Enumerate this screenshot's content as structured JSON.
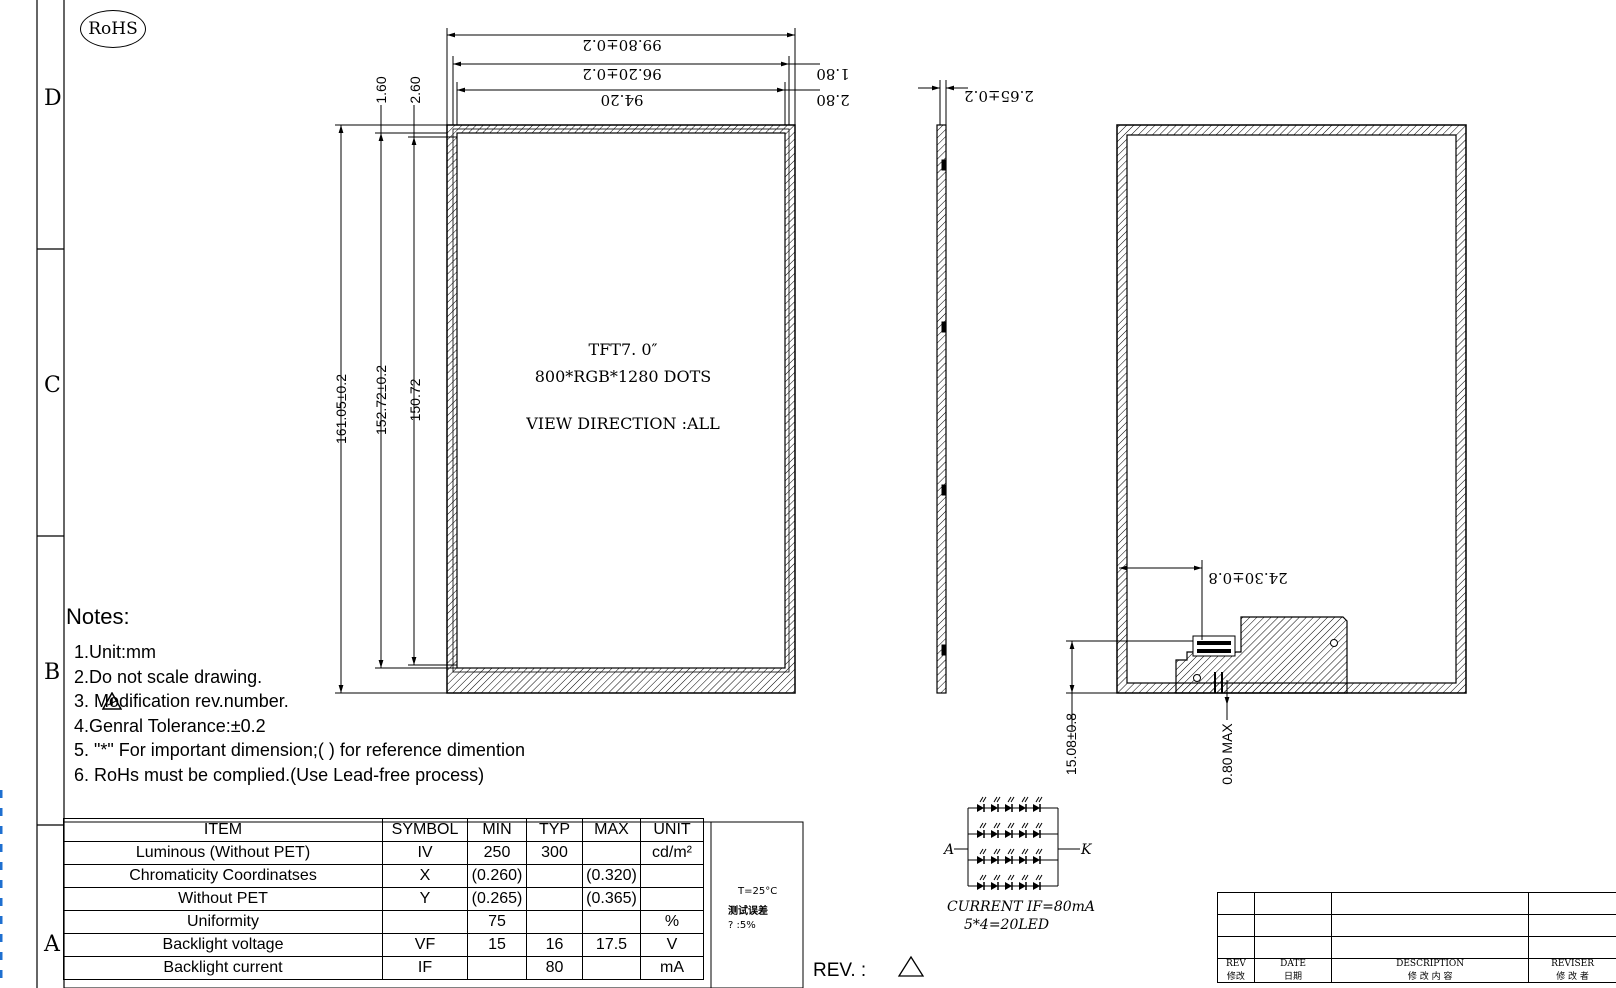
{
  "rohs_label": "RoHS",
  "zones": [
    "D",
    "C",
    "B",
    "A"
  ],
  "front_view": {
    "product_line1": "TFT7. 0″",
    "product_line2": "800*RGB*1280  DOTS",
    "product_line3": "VIEW DIRECTION  :ALL",
    "dim_width_outer": "99.80±0.2",
    "dim_width_mid": "96.20±0.2",
    "dim_width_inner": "94.20",
    "dim_right_1": "1.80",
    "dim_right_2": "2.80",
    "dim_top_1": "1.60",
    "dim_top_2": "2.60",
    "dim_height_outer": "161.05±0.2",
    "dim_height_mid": "152.72±0.2",
    "dim_height_inner": "150.72"
  },
  "side_view": {
    "dim_thickness": "2.65±0.2"
  },
  "back_view": {
    "dim_fpc_offset": "24.30±0.8",
    "dim_fpc_height": "15.08±0.8",
    "dim_fpc_max": "0.80  MAX"
  },
  "led_schematic": {
    "anode": "A",
    "cathode": "K",
    "current_label": "CURRENT  IF=80mA",
    "count_label": "5*4=20LED"
  },
  "notes": {
    "title": "Notes:",
    "items": [
      "1.Unit:mm",
      "2.Do not scale drawing.",
      "3.  Modification rev.number.",
      "4.Genral Tolerance:±0.2",
      "5.  \"*\" For important dimension;( ) for reference dimention",
      "6. RoHs must be complied.(Use Lead-free process)"
    ]
  },
  "spec_table": {
    "headers": [
      "ITEM",
      "SYMBOL",
      "MIN",
      "TYP",
      "MAX",
      "UNIT"
    ],
    "rows": [
      {
        "item": "Luminous (Without PET)",
        "symbol": "IV",
        "min": "250",
        "typ": "300",
        "max": "",
        "unit": "cd/m²"
      },
      {
        "item": "Chromaticity Coordinatses",
        "symbol": "X",
        "min": "(0.260)",
        "typ": "",
        "max": "(0.320)",
        "unit": ""
      },
      {
        "item": "Without PET",
        "symbol": "Y",
        "min": "(0.265)",
        "typ": "",
        "max": "(0.365)",
        "unit": ""
      },
      {
        "item": "Uniformity",
        "symbol": "",
        "min": "75",
        "typ": "",
        "max": "",
        "unit": "%"
      },
      {
        "item": "Backlight voltage",
        "symbol": "VF",
        "min": "15",
        "typ": "16",
        "max": "17.5",
        "unit": "V"
      },
      {
        "item": "Backlight current",
        "symbol": "IF",
        "min": "",
        "typ": "80",
        "max": "",
        "unit": "mA"
      }
    ],
    "condition_line1": "T=25°C",
    "condition_line2": "测试误差",
    "condition_line3": "? :5%"
  },
  "revision": {
    "label": "REV. :",
    "col_rev": "REV",
    "col_rev_cn": "修改",
    "col_date": "DATE",
    "col_date_cn": "日期",
    "col_desc": "DESCRIPTION",
    "col_desc_cn": "修 改 内 容",
    "col_reviser": "REVISER",
    "col_reviser_cn": "修 改 者"
  }
}
